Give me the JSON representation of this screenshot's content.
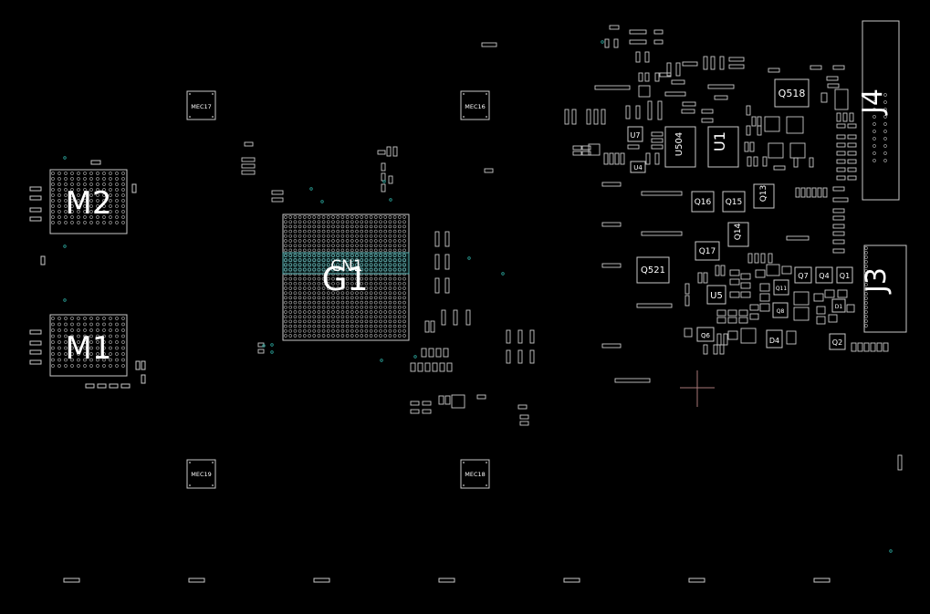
{
  "colors": {
    "background": "#000000",
    "outline": "#c8c8c8",
    "pad": "#9a9a9a",
    "via": "#2aa198",
    "highlight": "#5fb6b6",
    "label": "#ffffff",
    "cursor": "#a87878"
  },
  "labels": {
    "m2": "M2",
    "m1": "M1",
    "g1": "G1",
    "cn1": "CN1",
    "j4": "J4",
    "j3": "J3",
    "u1": "U1",
    "u504": "U504",
    "u5": "U5",
    "u7": "U7",
    "u4": "U4",
    "q518": "Q518",
    "q521": "Q521",
    "q16": "Q16",
    "q15": "Q15",
    "q13": "Q13",
    "q14": "Q14",
    "q17": "Q17",
    "q7": "Q7",
    "q4": "Q4",
    "q1": "Q1",
    "q2": "Q2",
    "q11": "Q11",
    "q8": "Q8",
    "q6": "Q6",
    "d4": "D4",
    "d1": "D1",
    "mec16": "MEC16",
    "mec17": "MEC17",
    "mec18": "MEC18",
    "mec19": "MEC19"
  }
}
